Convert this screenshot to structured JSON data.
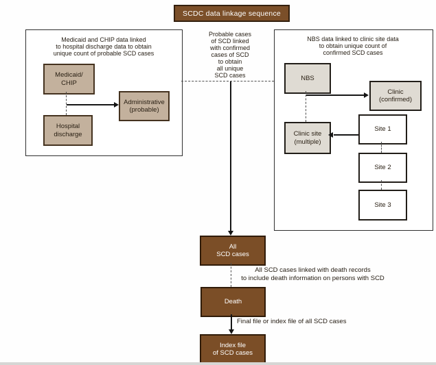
{
  "title": "SCDC data linkage sequence",
  "left_group": {
    "header": "Medicaid and CHIP data linked\nto hospital discharge data to obtain\nunique count of probable SCD cases",
    "medicaid_label": "Medicaid/\nCHIP",
    "administrative_label": "Administrative\n(probable)",
    "hospital_label": "Hospital\ndischarge"
  },
  "middle": {
    "note": "Probable cases\nof SCD linked\nwith confirmed\ncases of SCD\nto obtain\nall unique\nSCD cases"
  },
  "right_group": {
    "header": "NBS data linked to clinic site data\nto obtain unique count of\nconfirmed SCD cases",
    "nbs_label": "NBS",
    "clinic_confirmed_label": "Clinic\n(confirmed)",
    "clinic_site_label": "Clinic site\n(multiple)",
    "site1_label": "Site 1",
    "site2_label": "Site 2",
    "site3_label": "Site 3"
  },
  "bottom_flow": {
    "all_scd_label": "All\nSCD cases",
    "death_note": "All SCD cases linked with death records\nto include death information on persons with SCD",
    "death_label": "Death",
    "final_note": "Final file or index file of all SCD cases",
    "index_label": "Index file\nof SCD cases"
  },
  "colors": {
    "dark_brown": "#7b4e27",
    "tan": "#c3b19d",
    "light_tan": "#dfdbd3",
    "line": "#151515"
  }
}
